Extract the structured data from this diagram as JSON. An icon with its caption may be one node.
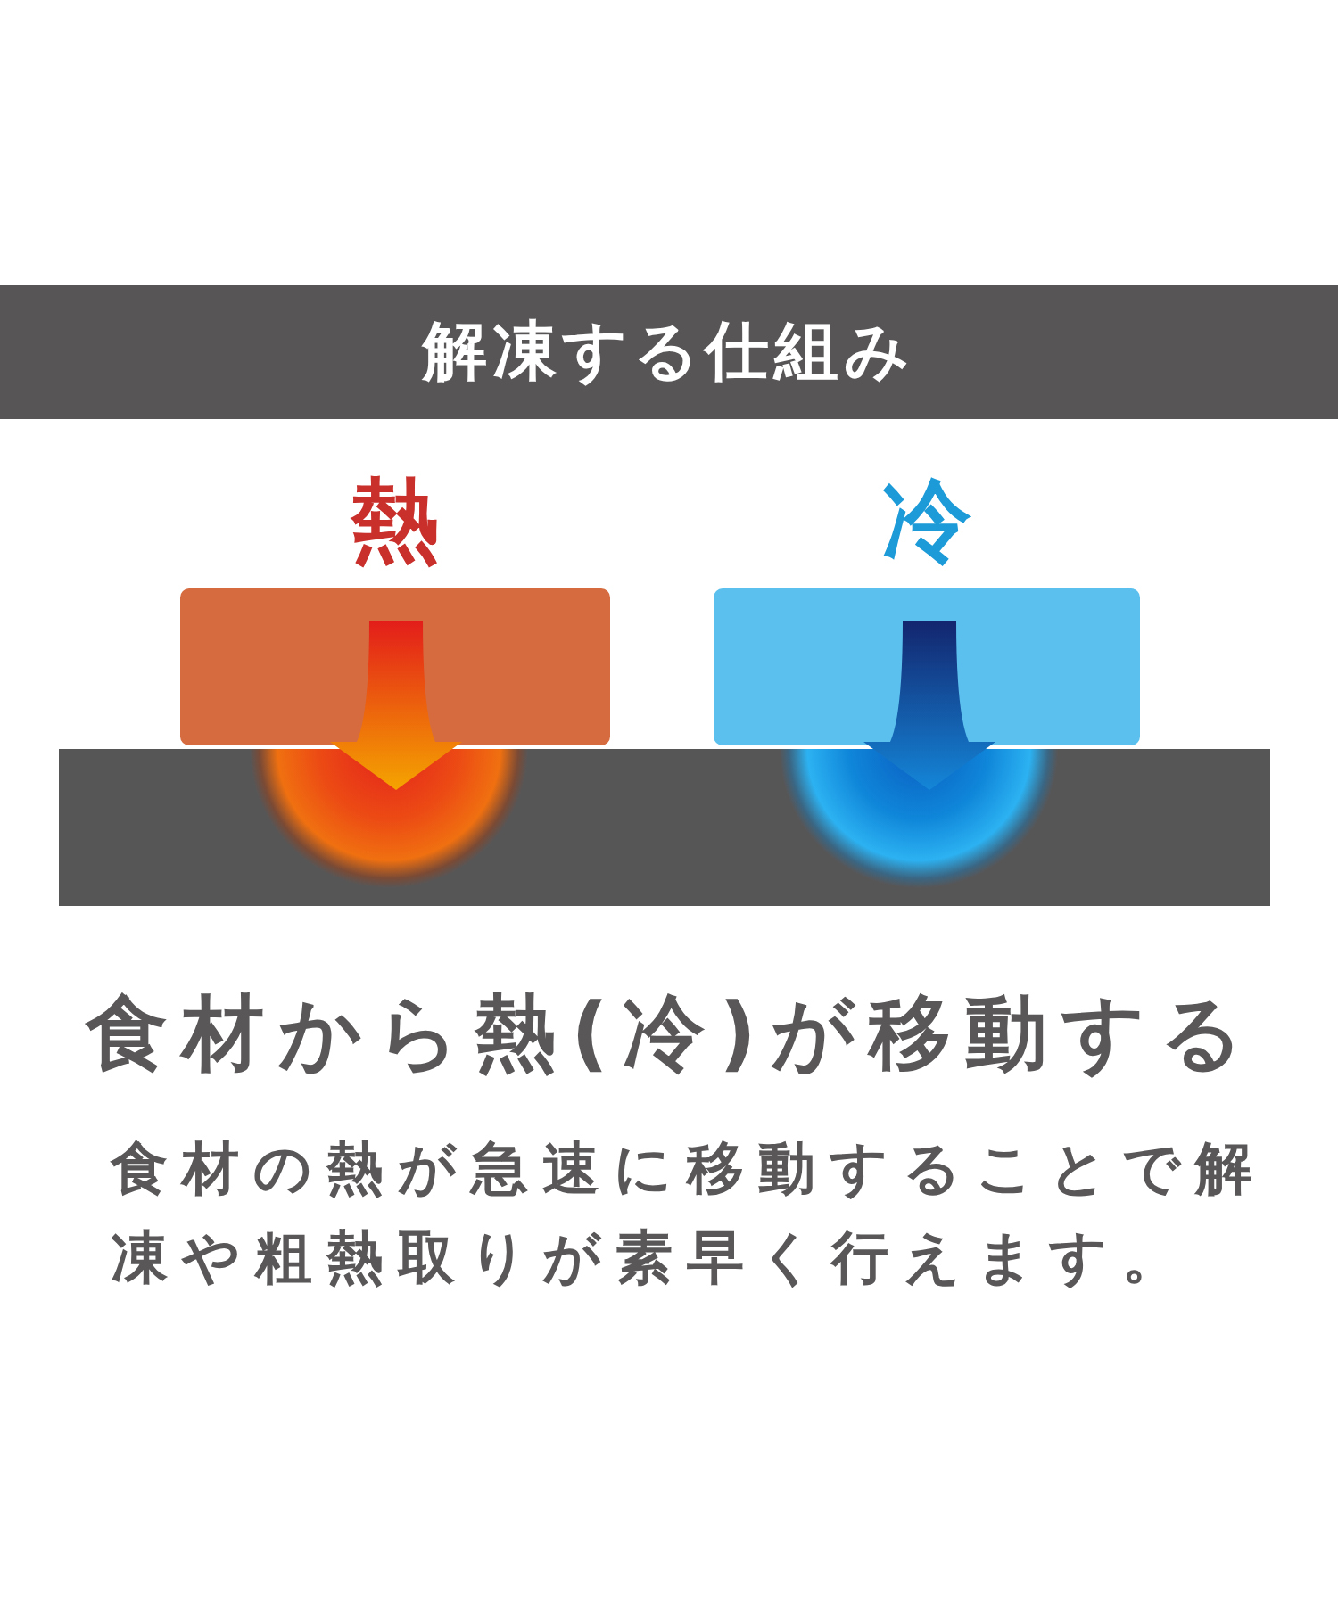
{
  "diagram": {
    "title": "解凍する仕組み",
    "nodes": [
      {
        "text": [
          "熱"
        ]
      },
      {
        "text": [
          "冷"
        ]
      }
    ],
    "labels": [
      "食材から熱(冷)が移動する",
      "食材の熱が急速に移動することで解凍や粗熱取りが素早く行えます。"
    ]
  }
}
